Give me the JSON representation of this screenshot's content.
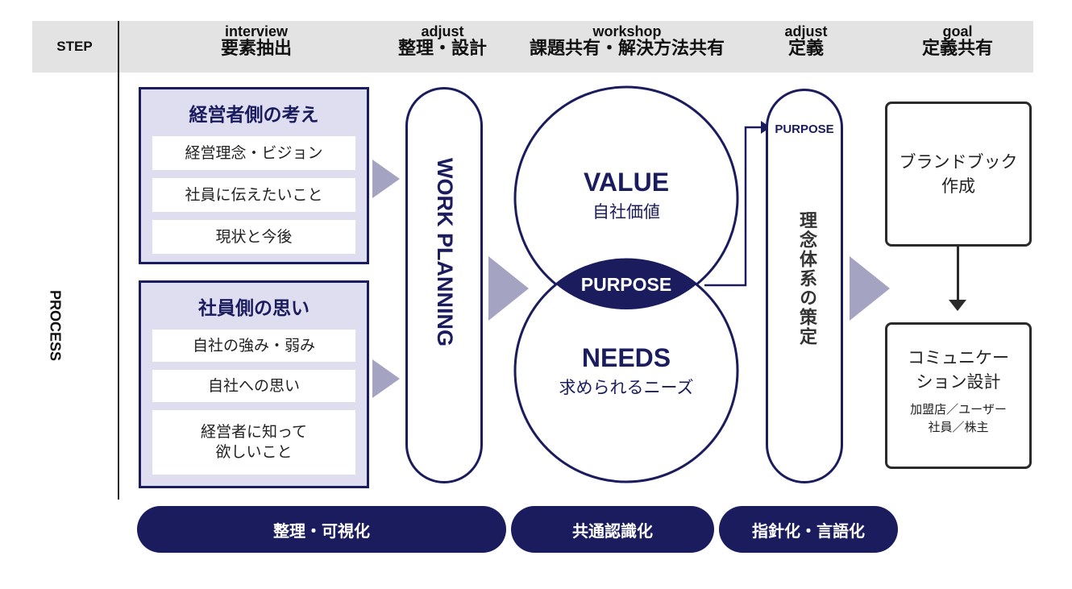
{
  "header": {
    "step_label": "STEP",
    "columns": [
      {
        "en": "interview",
        "jp": "要素抽出"
      },
      {
        "en": "adjust",
        "jp": "整理・設計"
      },
      {
        "en": "workshop",
        "jp": "課題共有・解決方法共有"
      },
      {
        "en": "adjust",
        "jp": "定義"
      },
      {
        "en": "goal",
        "jp": "定義共有"
      }
    ]
  },
  "process_label": "PROCESS",
  "inputs": {
    "management": {
      "title": "経営者側の考え",
      "items": [
        "経営理念・ビジョン",
        "社員に伝えたいこと",
        "現状と今後"
      ]
    },
    "employees": {
      "title": "社員側の思い",
      "items": [
        "自社の強み・弱み",
        "自社への思い",
        "経営者に知って\n欲しいこと"
      ]
    }
  },
  "work_planning": "WORK PLANNING",
  "circles": {
    "value": {
      "title": "VALUE",
      "sub": "自社価値"
    },
    "needs": {
      "title": "NEEDS",
      "sub": "求められるニーズ"
    },
    "purpose": "PURPOSE"
  },
  "purpose_pill": {
    "label": "PURPOSE",
    "vertical_text": "理念体系の策定"
  },
  "goals": {
    "brandbook": "ブランドブック\n作成",
    "communication": "コミュニケー\nション設計",
    "communication_sub": "加盟店／ユーザー\n社員／株主"
  },
  "bottom": [
    "整理・可視化",
    "共通認識化",
    "指針化・言語化"
  ],
  "colors": {
    "navy": "#1b1c5e",
    "lavender": "#dedef0",
    "arrow": "#a5a3c2",
    "band": "#e3e3e3"
  }
}
